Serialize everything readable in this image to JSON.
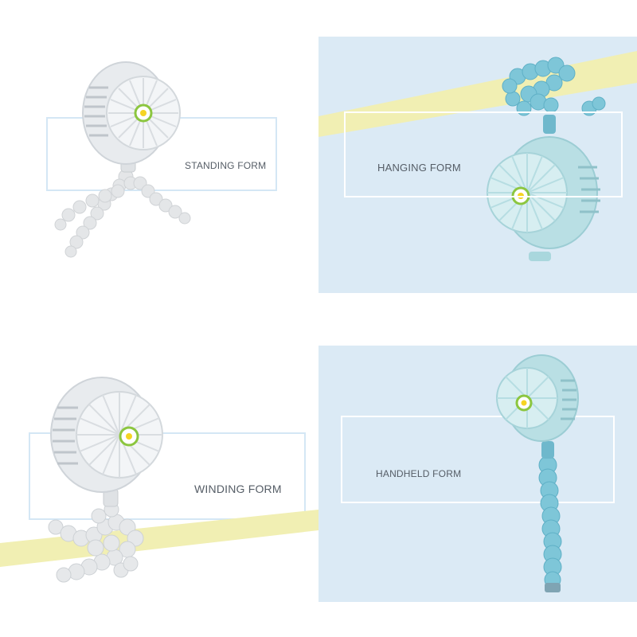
{
  "panels": [
    {
      "id": "standing",
      "label": "STANDING FORM",
      "fan_color": "#e9ecef",
      "tripod_color": "#e6e8ea"
    },
    {
      "id": "hanging",
      "label": "HANGING FORM",
      "fan_color": "#bfe3e6",
      "tripod_color": "#7ec6d8"
    },
    {
      "id": "winding",
      "label": "WINDING FORM",
      "fan_color": "#e9ecef",
      "tripod_color": "#e6e8ea"
    },
    {
      "id": "handheld",
      "label": "HANDHELD FORM",
      "fan_color": "#bfe3e6",
      "tripod_color": "#7ec6d8"
    }
  ],
  "colors": {
    "panel_blue": "#dbeaf5",
    "frame_blue": "#d4e7f5",
    "frame_white": "#ffffff",
    "pole_yellow": "#f1efb3",
    "logo_green": "#8cc63f",
    "logo_yellow": "#f5d423"
  }
}
